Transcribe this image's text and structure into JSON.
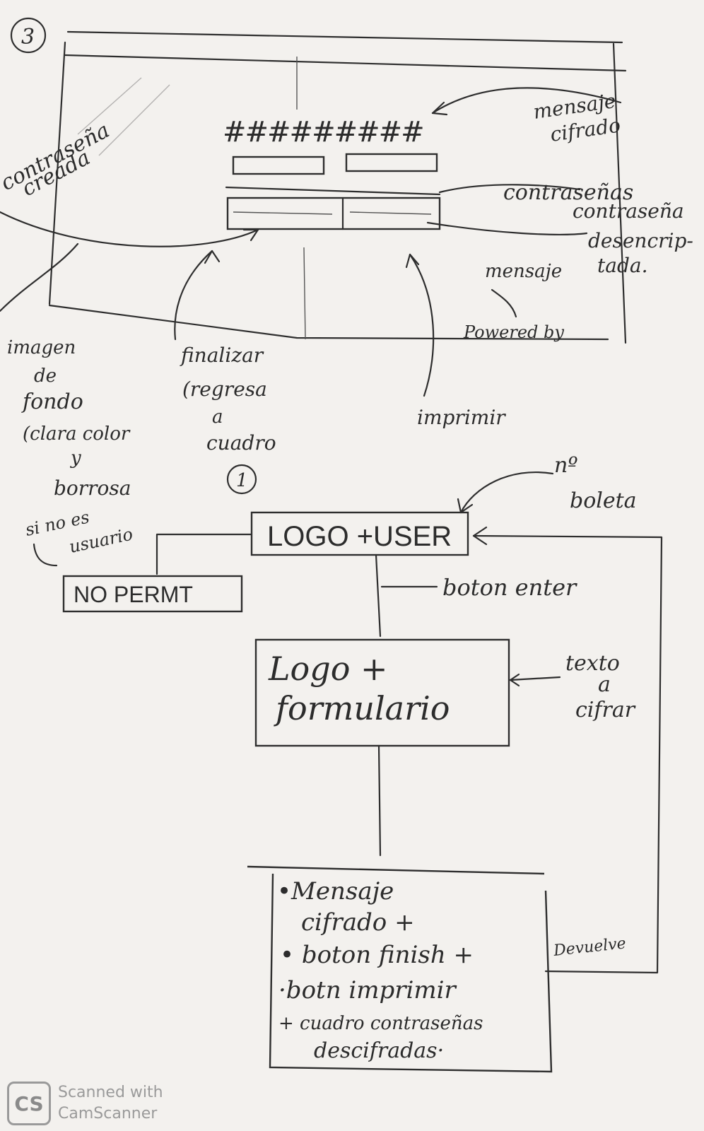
{
  "page_number": "3",
  "wireframe": {
    "cipher_text": "#########",
    "labels": {
      "password_created": [
        "contraseña",
        "creada"
      ],
      "cipher_message": [
        "mensaje",
        "cifrado"
      ],
      "passwords": "contraseñas",
      "password_decrypted": [
        "contraseña",
        "desencrip-",
        "tada."
      ],
      "message": "mensaje",
      "powered_by": "Powered by",
      "background": [
        "imagen",
        "de",
        "fondo",
        "(clara color",
        "y",
        "borrosa"
      ],
      "finish": [
        "finalizar",
        "(regresa",
        "a",
        "cuadro"
      ],
      "finish_ref": "1",
      "print": "imprimir"
    }
  },
  "flow": {
    "box1": "LOGO +USER",
    "box2": [
      "Logo +",
      "formulario"
    ],
    "box3": [
      "•Mensaje",
      "cifrado +",
      "• boton finish +",
      "·botn imprimir",
      "+ cuadro contraseñas",
      "descifradas·"
    ],
    "no_permit": "NO PERMT",
    "if_not_user": [
      "si no es",
      "usuario"
    ],
    "boleta": [
      "nº",
      "boleta"
    ],
    "enter": "boton enter",
    "text_to_cipher": [
      "texto",
      "a",
      "cifrar"
    ],
    "return": "Devuelve"
  },
  "watermark": {
    "logo": "CS",
    "line1": "Scanned with",
    "line2": "CamScanner"
  }
}
